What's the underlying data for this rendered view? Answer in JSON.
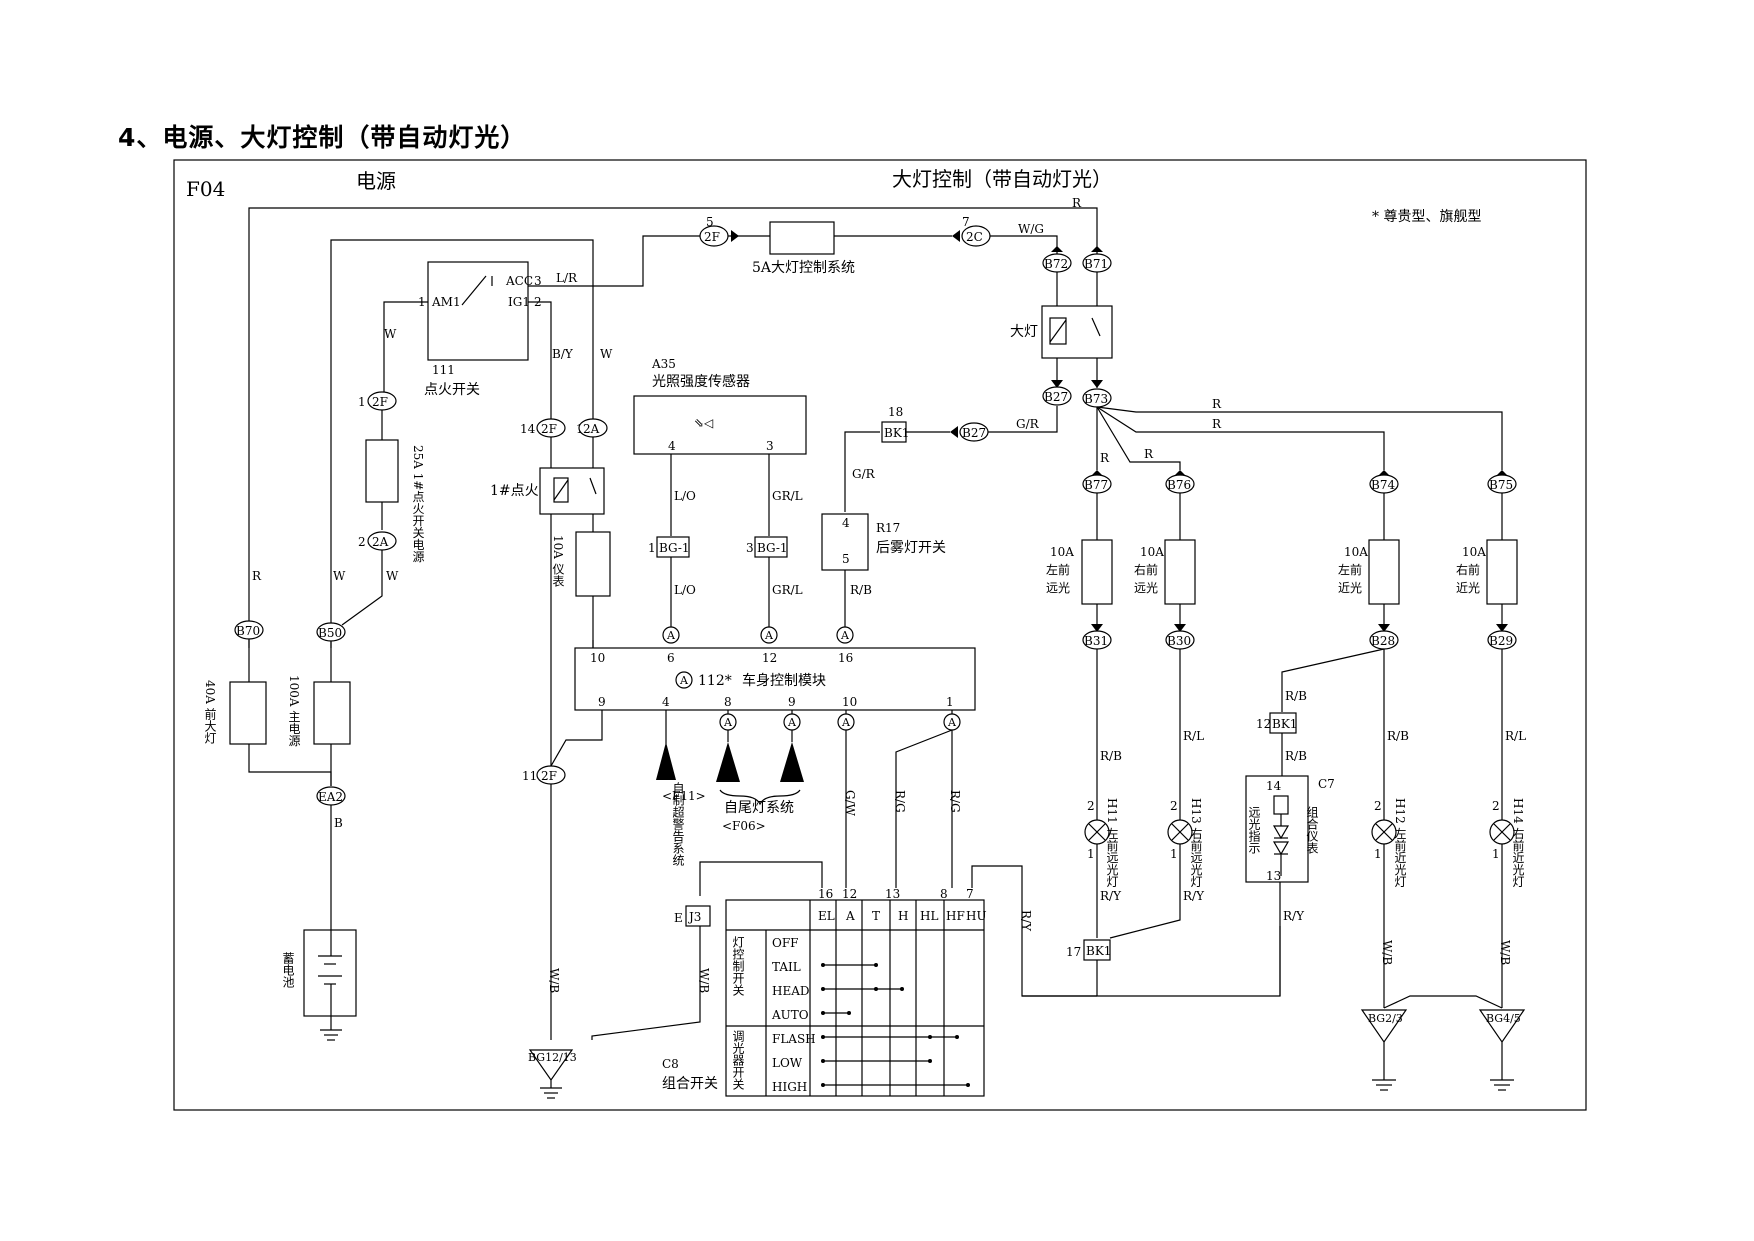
{
  "page": {
    "title": "4、电源、大灯控制（带自动灯光）"
  },
  "frame": {
    "code": "F04",
    "power_section": "电源",
    "headlamp_section": "大灯控制（带自动灯光）",
    "note": "* 尊贵型、旗舰型"
  },
  "ignition": {
    "ref": "111",
    "name": "点火开关",
    "am1_pin": "1",
    "am1": "AM1",
    "acc": "ACC",
    "acc_pin": "3",
    "ig1": "IG1",
    "ig1_pin": "2"
  },
  "fuses": {
    "f25a": "25A 1#点火开关电源",
    "f10a_meter": "10A 仪表",
    "f40a": "40A 前大灯",
    "f100a": "100A 主电源",
    "f5a": "5A大灯控制系统",
    "lh_high": "10A\n左前\n远光",
    "rh_high": "10A\n右前\n远光",
    "lh_low": "10A\n左前\n近光",
    "rh_low": "10A\n右前\n近光"
  },
  "relays": {
    "ign1": "1#点火",
    "headlamp": "大灯"
  },
  "sensor": {
    "ref": "A35",
    "name": "光照强度传感器",
    "pin4": "4",
    "pin3": "3"
  },
  "bcm": {
    "ref": "112*",
    "name": "车身控制模块",
    "pins": [
      "10",
      "6",
      "12",
      "16"
    ],
    "pins_bottom": [
      "9",
      "4",
      "8",
      "9",
      "10",
      "1"
    ]
  },
  "fog_switch": {
    "ref": "R17",
    "name": "后雾灯开关",
    "pin4": "4",
    "pin5": "5"
  },
  "battery": {
    "name": "蓄电池"
  },
  "instrument": {
    "ref": "C7",
    "name": "组合仪表",
    "lamp": "远光指示",
    "pin14": "14",
    "pin13": "13"
  },
  "combo_switch": {
    "ref": "C8",
    "name": "组合开关",
    "columns": [
      "EL",
      "A",
      "T",
      "H",
      "HL",
      "HF",
      "HU"
    ],
    "top_pins": [
      "16",
      "12",
      "13",
      "8",
      "7"
    ],
    "group1": "灯控制开关",
    "group2": "调光器开关",
    "rows": [
      "OFF",
      "TAIL",
      "HEAD",
      "AUTO",
      "FLASH",
      "LOW",
      "HIGH"
    ]
  },
  "lamps": {
    "h11": "H11\n左前远光灯",
    "h13": "H13\n右前远光灯",
    "h12": "H12\n左前近光灯",
    "h14": "H14\n右前近光灯"
  },
  "grounds": {
    "g1": "BG12/13",
    "g2": "BG2/3",
    "g3": "BG4/5"
  },
  "connectors": {
    "c2f": "2F",
    "c2c": "2C",
    "c2a": "2A",
    "b70": "B70",
    "b50": "B50",
    "ea2": "EA2",
    "b71": "B71",
    "b72": "B72",
    "b27": "B27",
    "b73": "B73",
    "b77": "B77",
    "b76": "B76",
    "b74": "B74",
    "b75": "B75",
    "b31": "B31",
    "b30": "B30",
    "b28": "B28",
    "b29": "B29",
    "bk1": "BK1",
    "bg1": "BG-1",
    "j3": "J3",
    "a": "A"
  },
  "wires": {
    "R": "R",
    "W": "W",
    "B": "B",
    "WG": "W/G",
    "LR": "L/R",
    "BY": "B/Y",
    "LO": "L/O",
    "GRL": "GR/L",
    "GR": "G/R",
    "RB": "R/B",
    "GW": "G/W",
    "RG": "R/G",
    "RL": "R/L",
    "RY": "R/Y",
    "WB": "W/B"
  },
  "refs": {
    "f11": "<F11>",
    "f11_name": "自制超警告系统",
    "f06": "<F06>",
    "f06_name": "自尾灯系统",
    "e": "E"
  },
  "pin_numbers": {
    "p1": "1",
    "p2": "2",
    "p3": "3",
    "p5": "5",
    "p7": "7",
    "p11": "11",
    "p12": "12",
    "p14": "14",
    "p17": "17",
    "p18": "18"
  }
}
